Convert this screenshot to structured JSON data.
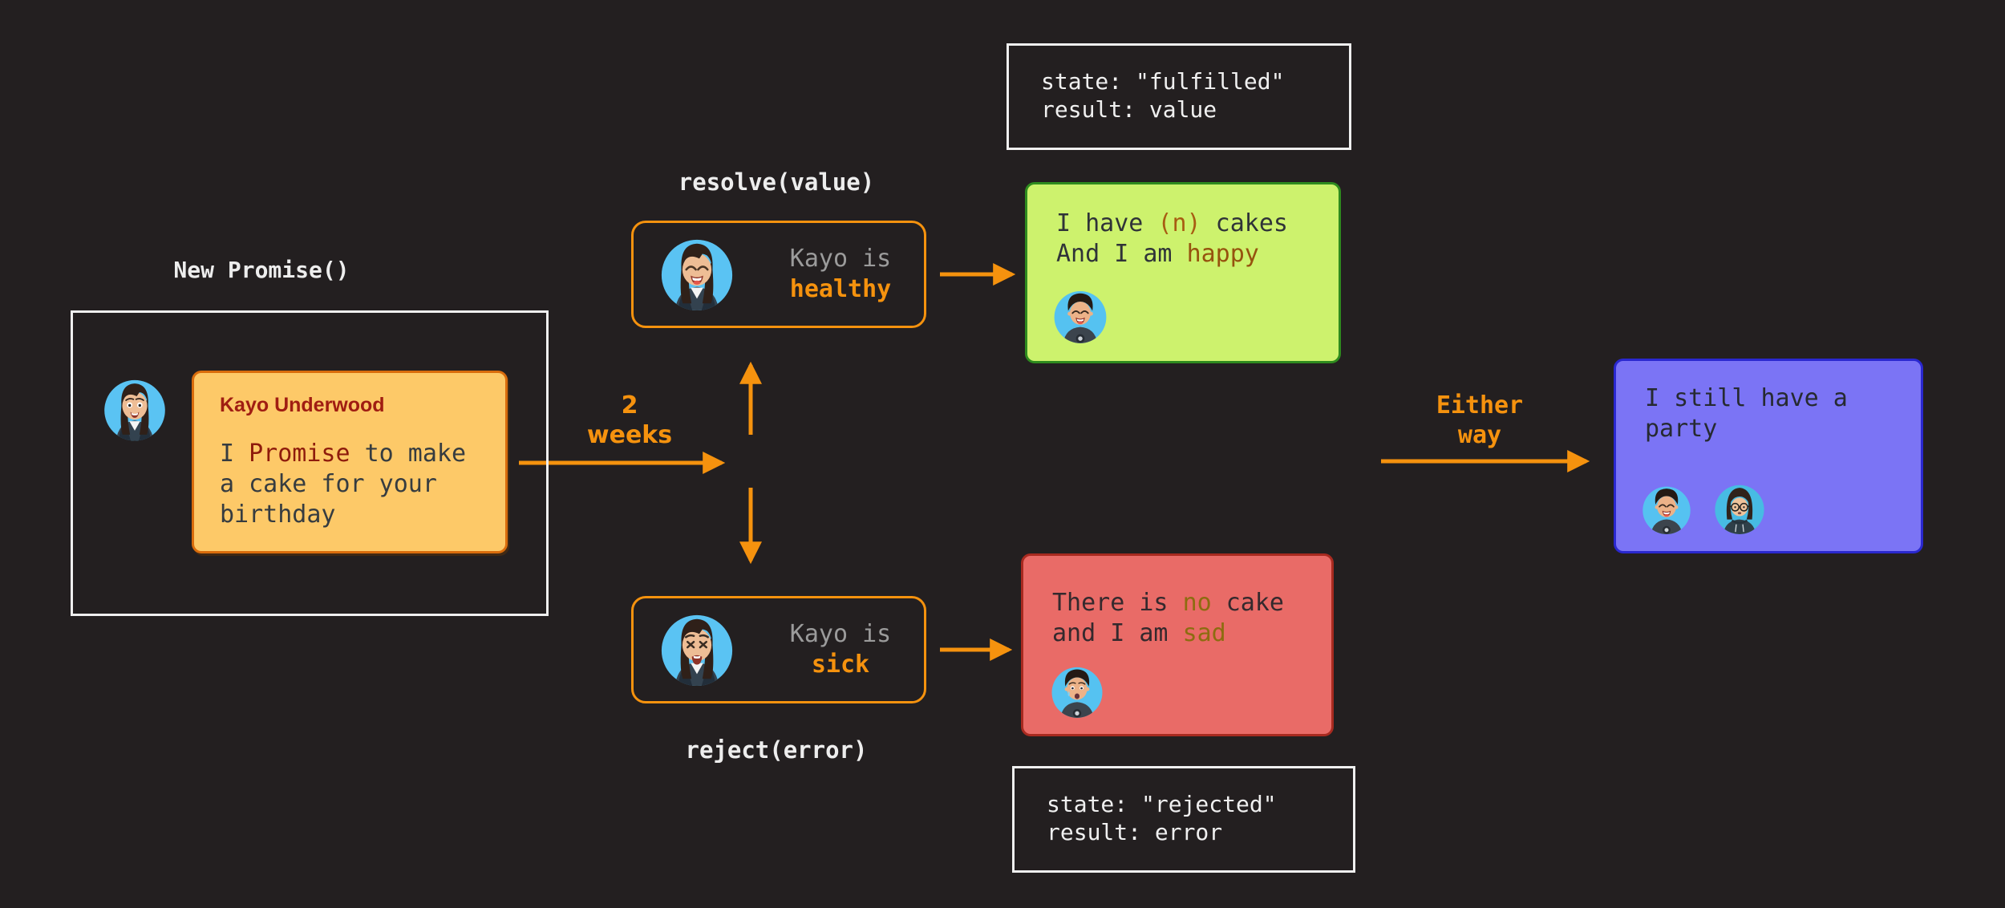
{
  "canvas": {
    "background": "#231f20",
    "accent_orange": "#f5920e"
  },
  "promise": {
    "title": "New Promise()",
    "sender": "Kayo Underwood",
    "message": {
      "pre": "I ",
      "highlight": "Promise",
      "post": " to make a cake for your birthday"
    }
  },
  "duration": {
    "line1": "2",
    "line2": "weeks"
  },
  "resolve_path": {
    "label": "resolve(value)",
    "subject": "Kayo is",
    "state": "healthy"
  },
  "reject_path": {
    "label": "reject(error)",
    "subject": "Kayo is",
    "state": "sick"
  },
  "fulfilled_note": {
    "line1": "state: \"fulfilled\"",
    "line2": "result: value"
  },
  "rejected_note": {
    "line1": "state: \"rejected\"",
    "line2": "result: error"
  },
  "fulfilled_card": {
    "l1_pre": "I have ",
    "l1_hl": "(n)",
    "l1_post": " cakes",
    "l2_pre": "And I am ",
    "l2_hl": "happy",
    "bg": "#cdf26d",
    "border": "#2e8b1e"
  },
  "rejected_card": {
    "l1_pre": "There is ",
    "l1_hl": "no",
    "l1_post": " cake",
    "l2_pre": "and I am ",
    "l2_hl": "sad",
    "bg": "#e96b67",
    "border": "#a82a20"
  },
  "either_way": {
    "line1": "Either",
    "line2": "way"
  },
  "party_card": {
    "line1": "I still have a",
    "line2": "party",
    "bg": "#7b74f5",
    "border": "#2a28cf"
  },
  "highlight_colors": {
    "promise_word": "#8e1b0c",
    "n_cakes": "#a85c12",
    "happy": "#96520e",
    "no_and_sad": "#8d6c10",
    "sender_name": "#a01d12"
  },
  "icons": [
    "avatar-kayo-underwood-icon",
    "avatar-kayo-laughing-icon",
    "avatar-kayo-crying-icon",
    "avatar-man-laughing-icon",
    "avatar-man-sad-icon",
    "avatar-woman-glasses-icon"
  ]
}
